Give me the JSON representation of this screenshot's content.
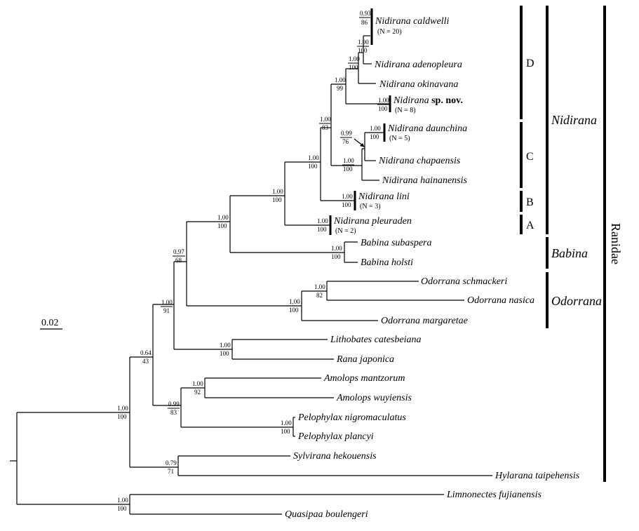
{
  "taxa": {
    "caldwelli": "Nidirana caldwelli",
    "caldwelli_n": "(N = 20)",
    "adenopleura": "Nidirana adenopleura",
    "okinavana": "Nidirana okinavana",
    "spnov_genus": "Nidirana",
    "spnov_suffix": "sp. nov.",
    "spnov_n": "(N = 8)",
    "daunchina": "Nidirana daunchina",
    "daunchina_n": "(N = 5)",
    "chapaensis": "Nidirana chapaensis",
    "hainanensis": "Nidirana hainanensis",
    "lini": "Nidirana lini",
    "lini_n": "(N = 3)",
    "pleuraden": "Nidirana pleuraden",
    "pleuraden_n": "(N = 2)",
    "subaspera": "Babina subaspera",
    "holsti": "Babina holsti",
    "schmackeri": "Odorrana schmackeri",
    "nasica": "Odorrana nasica",
    "margaretae": "Odorrana margaretae",
    "catesbeiana": "Lithobates catesbeiana",
    "japonica": "Rana japonica",
    "mantzorum": "Amolops mantzorum",
    "wuyiensis": "Amolops wuyiensis",
    "nigromaculatus": "Pelophylax nigromaculatus",
    "plancyi": "Pelophylax plancyi",
    "hekouensis": "Sylvirana hekouensis",
    "taipehensis": "Hylarana taipehensis",
    "fujianensis": "Limnonectes fujianensis",
    "boulengeri": "Quasipaa boulengeri"
  },
  "support": {
    "caldwelli": [
      "0.93",
      "86"
    ],
    "cald_aden": [
      "1.00",
      "100"
    ],
    "cald_oki": [
      "1.00",
      "100"
    ],
    "spnov": [
      "1.00",
      "100"
    ],
    "d_clade": [
      "1.00",
      "99"
    ],
    "daunchina": [
      "1.00",
      "100"
    ],
    "daun_chapa": [
      "0.99",
      "76"
    ],
    "c_clade": [
      "1.00",
      "100"
    ],
    "dc": [
      "1.00",
      "83"
    ],
    "lini": [
      "1.00",
      "100"
    ],
    "bcd": [
      "1.00",
      "100"
    ],
    "pleuraden": [
      "1.00",
      "100"
    ],
    "nidirana": [
      "1.00",
      "100"
    ],
    "babina": [
      "1.00",
      "100"
    ],
    "nid_bab": [
      "1.00",
      "100"
    ],
    "odor_sn": [
      "1.00",
      "82"
    ],
    "odorrana": [
      "1.00",
      "100"
    ],
    "nbo": [
      "0.97",
      "68"
    ],
    "nbo_rana": [
      "1.00",
      "91"
    ],
    "rana": [
      "1.00",
      "100"
    ],
    "amolops": [
      "1.00",
      "92"
    ],
    "pelophylax": [
      "1.00",
      "100"
    ],
    "amo_pelo": [
      "0.99",
      "83"
    ],
    "upper": [
      "0.64",
      "43"
    ],
    "syl_hyl": [
      "0.79",
      "71"
    ],
    "ranidae": [
      "1.00",
      "100"
    ],
    "outgroup": [
      "1.00",
      "100"
    ]
  },
  "clades": {
    "D": "D",
    "C": "C",
    "B": "B",
    "A": "A",
    "nidirana": "Nidirana",
    "babina": "Babina",
    "odorrana": "Odorrana",
    "ranidae": "Ranidae"
  },
  "scale_bar": "0.02"
}
